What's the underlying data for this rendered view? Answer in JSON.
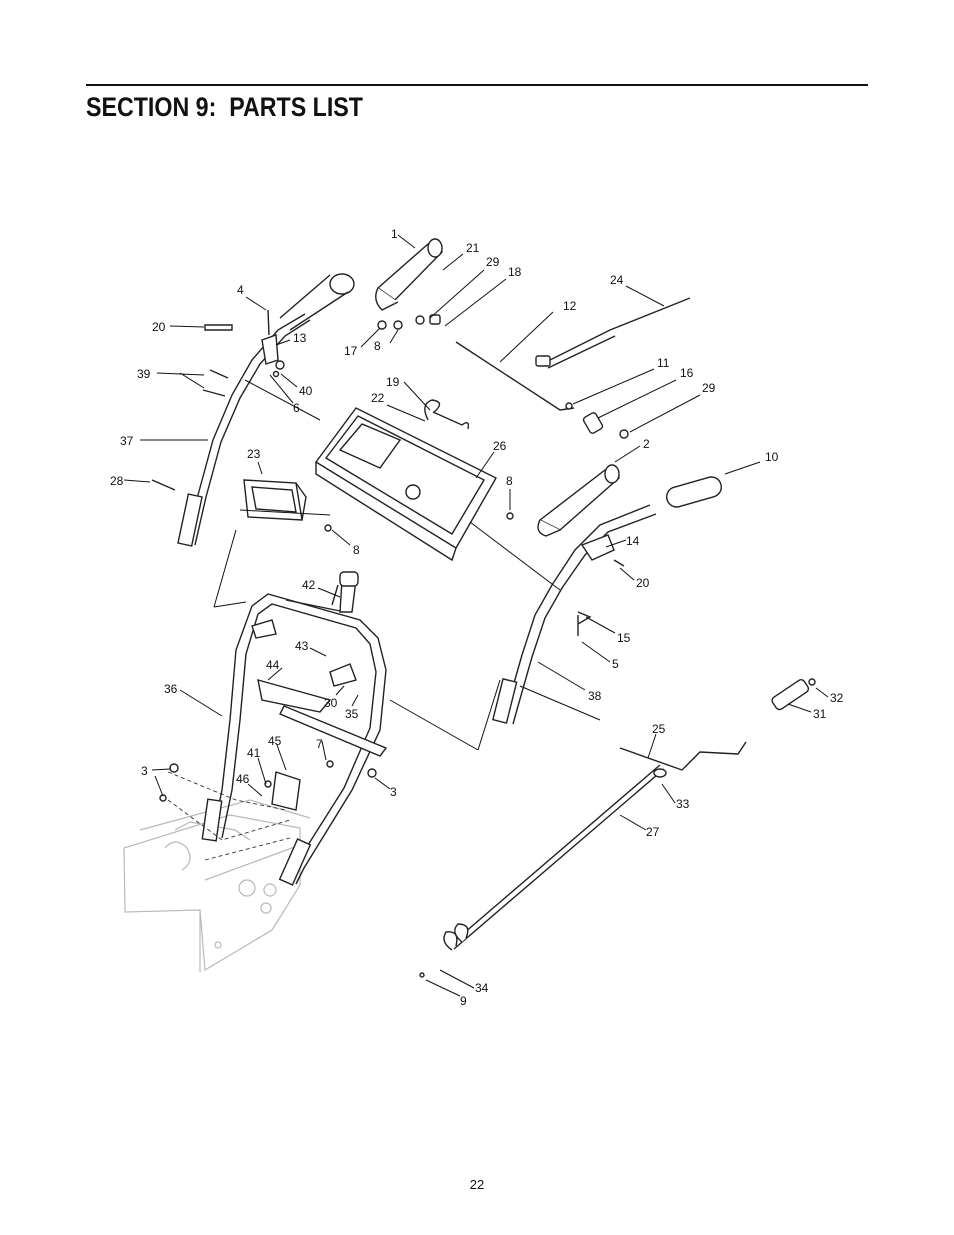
{
  "page": {
    "section_title": "SECTION 9:  PARTS LIST",
    "page_number": "22"
  },
  "diagram": {
    "callouts": [
      {
        "id": "c1",
        "text": "1"
      },
      {
        "id": "c21",
        "text": "21"
      },
      {
        "id": "c29a",
        "text": "29"
      },
      {
        "id": "c18",
        "text": "18"
      },
      {
        "id": "c24",
        "text": "24"
      },
      {
        "id": "c4",
        "text": "4"
      },
      {
        "id": "c12",
        "text": "12"
      },
      {
        "id": "c20a",
        "text": "20"
      },
      {
        "id": "c13",
        "text": "13"
      },
      {
        "id": "c17",
        "text": "17"
      },
      {
        "id": "c8a",
        "text": "8"
      },
      {
        "id": "c39",
        "text": "39"
      },
      {
        "id": "c40",
        "text": "40"
      },
      {
        "id": "c11",
        "text": "11"
      },
      {
        "id": "c16",
        "text": "16"
      },
      {
        "id": "c19",
        "text": "19"
      },
      {
        "id": "c29b",
        "text": "29"
      },
      {
        "id": "c6",
        "text": "6"
      },
      {
        "id": "c22",
        "text": "22"
      },
      {
        "id": "c37",
        "text": "37"
      },
      {
        "id": "c2",
        "text": "2"
      },
      {
        "id": "c26",
        "text": "26"
      },
      {
        "id": "c10",
        "text": "10"
      },
      {
        "id": "c23",
        "text": "23"
      },
      {
        "id": "c28",
        "text": "28"
      },
      {
        "id": "c8b",
        "text": "8"
      },
      {
        "id": "c14",
        "text": "14"
      },
      {
        "id": "c8c",
        "text": "8"
      },
      {
        "id": "c20b",
        "text": "20"
      },
      {
        "id": "c42",
        "text": "42"
      },
      {
        "id": "c15",
        "text": "15"
      },
      {
        "id": "c43",
        "text": "43"
      },
      {
        "id": "c5",
        "text": "5"
      },
      {
        "id": "c44",
        "text": "44"
      },
      {
        "id": "c36",
        "text": "36"
      },
      {
        "id": "c30",
        "text": "30"
      },
      {
        "id": "c35",
        "text": "35"
      },
      {
        "id": "c38",
        "text": "38"
      },
      {
        "id": "c32",
        "text": "32"
      },
      {
        "id": "c31",
        "text": "31"
      },
      {
        "id": "c25",
        "text": "25"
      },
      {
        "id": "c45",
        "text": "45"
      },
      {
        "id": "c7",
        "text": "7"
      },
      {
        "id": "c41",
        "text": "41"
      },
      {
        "id": "c3a",
        "text": "3"
      },
      {
        "id": "c46",
        "text": "46"
      },
      {
        "id": "c3b",
        "text": "3"
      },
      {
        "id": "c33",
        "text": "33"
      },
      {
        "id": "c27",
        "text": "27"
      },
      {
        "id": "c34",
        "text": "34"
      },
      {
        "id": "c9",
        "text": "9"
      }
    ]
  }
}
